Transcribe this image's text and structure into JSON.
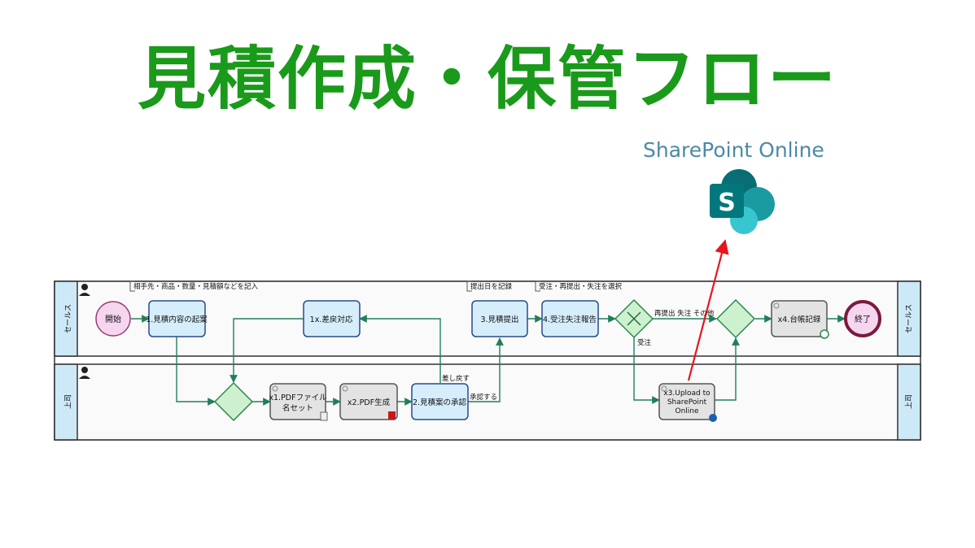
{
  "title": "見積作成・保管フロー",
  "colors": {
    "title": "#1a9a1a",
    "lane_header": "#cde9f8",
    "task_blue": "#d6eefc",
    "task_gray": "#e3e3e3",
    "gateway": "#cdf0cf",
    "start_fill": "#f6d6ee",
    "end_fill": "#f6d6ee",
    "flow": "#1f7f5a",
    "callout_arrow": "#e8141c",
    "sharepoint_dark": "#086d75",
    "sharepoint_teal": "#1a9ba1",
    "sharepoint_light": "#37c6d0"
  },
  "sharepoint": {
    "label": "SharePoint Online",
    "logo_letter": "S",
    "icon": "sharepoint-logo-icon"
  },
  "lanes": [
    {
      "label": "セールス",
      "icon": "person-icon"
    },
    {
      "label": "上司",
      "icon": "person-icon"
    }
  ],
  "notes": {
    "n1": "相手先・商品・数量・見積額などを記入",
    "n2": "提出日を記録",
    "n3": "受注・再提出・失注を選択"
  },
  "events": {
    "start": "開始",
    "end": "終了"
  },
  "tasks": {
    "t1": "1.見積内容の起案",
    "t1x": "1x.差戻対応",
    "t3": "3.見積提出",
    "t4": "4.受注失注報告",
    "tx4": "x4.台帳記録",
    "tx1_line1": "x1.PDFファイル",
    "tx1_line2": "名セット",
    "tx2": "x2.PDF生成",
    "t2": "2.見積案の承認",
    "tx3_line1": "x3.Upload to",
    "tx3_line2": "SharePoint",
    "tx3_line3": "Online"
  },
  "flow_labels": {
    "remand": "差し戻す",
    "approve": "承認する",
    "order": "受注",
    "resubmit": "再提出 失注 その他"
  }
}
